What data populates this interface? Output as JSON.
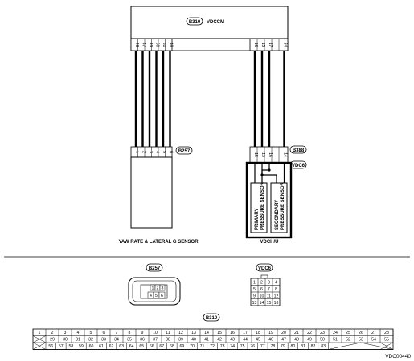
{
  "vdccm": {
    "connector": "B310",
    "label": "VDCCM",
    "pins_left": [
      "48",
      "47",
      "49",
      "50",
      "51",
      "46"
    ],
    "pins_right": [
      "16",
      "15",
      "17",
      "34"
    ]
  },
  "yaw": {
    "connector": "B257",
    "pins": [
      "1",
      "2",
      "3",
      "4",
      "5",
      "6"
    ],
    "label": "YAW RATE & LATERAL G SENSOR"
  },
  "vdch": {
    "connector_top": "B388",
    "connector_side": "VDC6",
    "pins": [
      "15",
      "13",
      "16",
      "14"
    ],
    "sensor1_line1": "PRIMARY",
    "sensor1_line2": "PRESSURE SENSOR",
    "sensor2_line1": "SECONDARY",
    "sensor2_line2": "PRESSURE SENSOR",
    "label": "VDCH/U"
  },
  "bottom": {
    "b257_tag": "B257",
    "b257_pins": [
      "1",
      "2",
      "3",
      "4",
      "5",
      "6"
    ],
    "vdc6_tag": "VDC6",
    "vdc6_pins": [
      "1",
      "2",
      "3",
      "4",
      "5",
      "6",
      "7",
      "8",
      "9",
      "10",
      "11",
      "12",
      "13",
      "14",
      "15",
      "16"
    ],
    "b310_tag": "B310",
    "b310_row1": [
      "1",
      "2",
      "3",
      "4",
      "5",
      "6",
      "7",
      "8",
      "9",
      "10",
      "11",
      "12",
      "13",
      "14",
      "15",
      "16",
      "17",
      "18",
      "19",
      "20",
      "21",
      "22",
      "23",
      "24",
      "25",
      "26",
      "27",
      "28"
    ],
    "b310_row2": [
      "29",
      "30",
      "31",
      "32",
      "33",
      "34",
      "35",
      "36",
      "37",
      "38",
      "39",
      "40",
      "41",
      "42",
      "43",
      "44",
      "45",
      "46",
      "47",
      "48",
      "49",
      "50",
      "51",
      "52",
      "53",
      "54",
      "55"
    ],
    "b310_row3": [
      "56",
      "57",
      "58",
      "59",
      "60",
      "61",
      "62",
      "63",
      "64",
      "65",
      "66",
      "67",
      "68",
      "69",
      "70",
      "71",
      "72",
      "73",
      "74",
      "75",
      "76",
      "77",
      "78",
      "79",
      "80",
      "81",
      "82",
      "83"
    ]
  },
  "figure_code": "VDC00440"
}
